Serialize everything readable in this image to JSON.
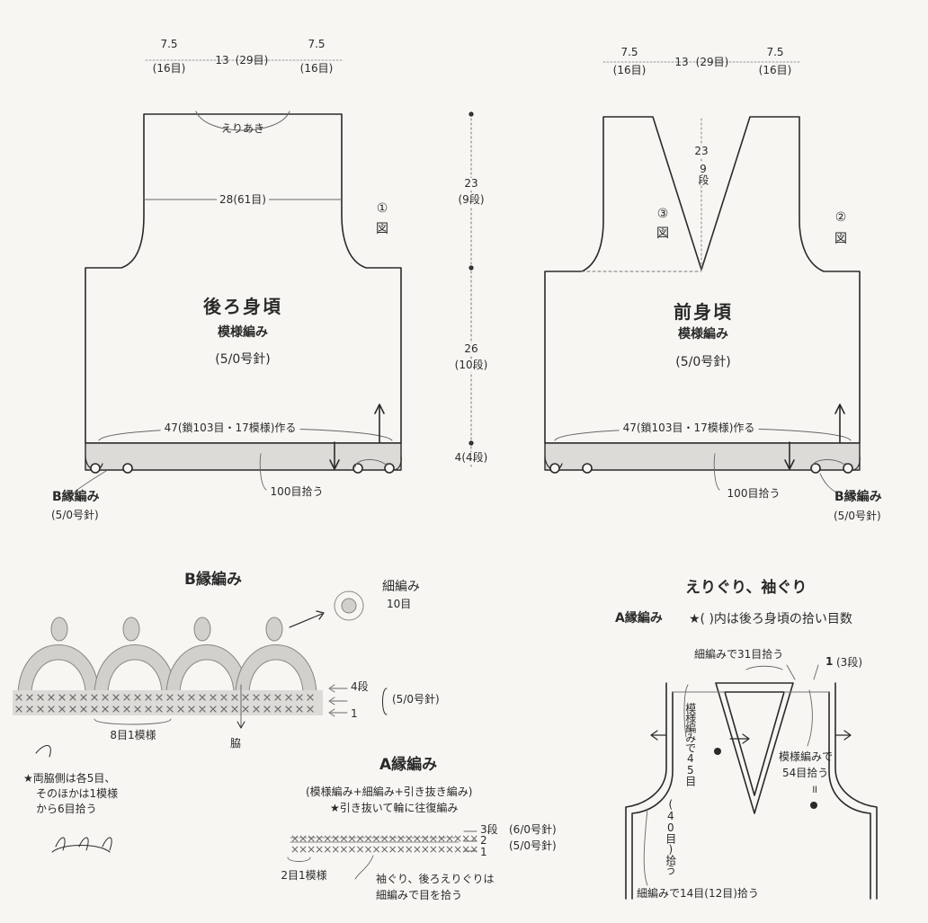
{
  "colors": {
    "ink": "#2a2a2a",
    "stitch_fill": "#d2d0cd",
    "stitch_edge": "#8a8783",
    "paper": "#f7f6f3"
  },
  "back": {
    "top_widths": [
      "7.5",
      "(16目)",
      "13",
      "(29目)",
      "7.5",
      "(16目)"
    ],
    "neck_label": "えりあき",
    "width_label": "28(61目)",
    "marker1": "①",
    "marker1_zu": "図",
    "title": "後ろ身頃",
    "pattern": "模様編み",
    "needle": "(5/0号針)",
    "chain_label": "47(鎖103目・17模様)作る",
    "pickup": "100目拾う",
    "edge_name": "B縁編み",
    "edge_needle": "(5/0号針)"
  },
  "heights": {
    "h1": "23",
    "h1_rows": "(9段)",
    "h2": "26",
    "h2_rows": "(10段)",
    "h3": "4",
    "h3_rows": "(4段)"
  },
  "front": {
    "top_widths": [
      "7.5",
      "(16目)",
      "13",
      "(29目)",
      "7.5",
      "(16目)"
    ],
    "v_depth": "23",
    "v_rows": "9段",
    "marker3": "③",
    "marker3_zu": "図",
    "marker2": "②",
    "marker2_zu": "図",
    "title": "前身頃",
    "pattern": "模様編み",
    "needle": "(5/0号針)",
    "chain_label": "47(鎖103目・17模様)作る",
    "pickup": "100目拾う",
    "edge_name": "B縁編み",
    "edge_needle": "(5/0号針)"
  },
  "b_edge": {
    "title": "B縁編み",
    "sc_label": "細編み",
    "sc_count": "10目",
    "row4": "4段",
    "row1": "1",
    "needle": "(5/0号針)",
    "repeat": "8目1模様",
    "side": "脇",
    "note1": "★両脇側は各5目、",
    "note2": "そのほかは1模様",
    "note3": "から6目拾う"
  },
  "a_edge": {
    "title": "A縁編み",
    "line1": "(模様編み+細編み+引き抜き編み)",
    "line2": "★引き抜いて輪に往復編み",
    "row3": "3段",
    "row3_needle": "(6/0号針)",
    "row2": "2",
    "row1": "1",
    "row12_needle": "(5/0号針)",
    "repeat": "2目1模様",
    "note1": "袖ぐり、後ろえりぐりは",
    "note2": "細編みで目を拾う"
  },
  "neck": {
    "title": "えりぐり、袖ぐり",
    "subtitle_bold": "A縁編み",
    "subtitle_rest": "★(   )内は後ろ身頃の拾い目数",
    "top_pick": "細編みで31目拾う",
    "rows": "1",
    "rows_paren": "(3段)",
    "left_vert": "模様編みで45目",
    "right1": "模様編みで",
    "right2": "54目拾う",
    "right3": "॥",
    "arm_vert": "(40目)拾う",
    "bottom": "細編みで14目(12目)拾う"
  }
}
